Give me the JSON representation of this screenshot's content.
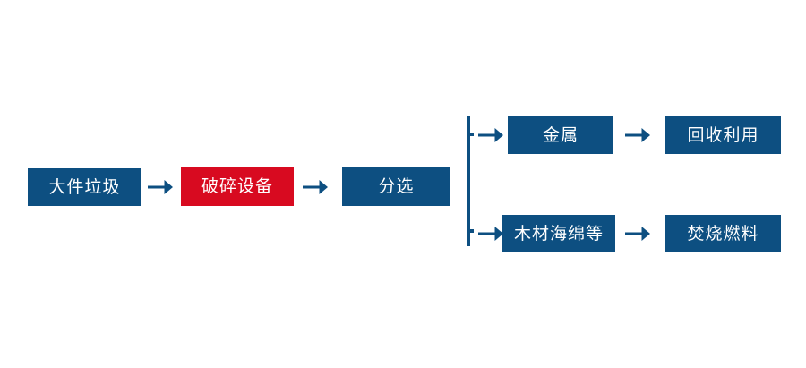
{
  "diagram": {
    "title": "",
    "type": "process-flowchart",
    "background_color": "#ffffff",
    "colors": {
      "primary_blue": "#0d4f81",
      "highlight_red": "#d80a20",
      "arrow_blue": "#0d4f81",
      "node_text": "#ffffff"
    },
    "nodes": [
      {
        "id": "bulky",
        "label": "大件垃圾",
        "color": "#0d4f81",
        "role": "input"
      },
      {
        "id": "crusher",
        "label": "破碎设备",
        "color": "#d80a20",
        "role": "highlighted-equipment"
      },
      {
        "id": "sorting",
        "label": "分选",
        "color": "#0d4f81",
        "role": "process"
      },
      {
        "id": "metal",
        "label": "金属",
        "color": "#0d4f81",
        "role": "output-branch-top"
      },
      {
        "id": "recycle",
        "label": "回收利用",
        "color": "#0d4f81",
        "role": "end-branch-top"
      },
      {
        "id": "wood",
        "label": "木材海绵等",
        "color": "#0d4f81",
        "role": "output-branch-bottom"
      },
      {
        "id": "fuel",
        "label": "焚烧燃料",
        "color": "#0d4f81",
        "role": "end-branch-bottom"
      }
    ],
    "arrows": [
      {
        "id": "a1",
        "from": "bulky",
        "to": "crusher",
        "glyph": "arrow-right"
      },
      {
        "id": "a2",
        "from": "crusher",
        "to": "sorting",
        "glyph": "arrow-right"
      },
      {
        "id": "a3",
        "from": "split",
        "to": "metal",
        "glyph": "arrow-right"
      },
      {
        "id": "a4",
        "from": "metal",
        "to": "recycle",
        "glyph": "arrow-right"
      },
      {
        "id": "a5",
        "from": "split",
        "to": "wood",
        "glyph": "arrow-right"
      },
      {
        "id": "a6",
        "from": "wood",
        "to": "fuel",
        "glyph": "arrow-right"
      }
    ],
    "connector": {
      "id": "split",
      "from": "sorting",
      "to": [
        "metal",
        "wood"
      ],
      "shape": "vertical-split-line"
    }
  }
}
